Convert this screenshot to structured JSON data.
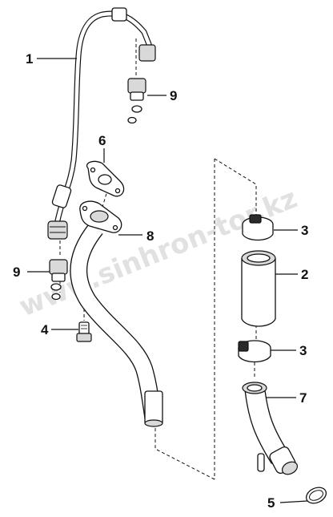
{
  "watermark": "www.sinhron-tor.kz",
  "callouts": {
    "pipe_upper": "1",
    "hose": "2",
    "clamp_top": "3",
    "clamp_bottom": "3",
    "bolt": "4",
    "o_ring": "5",
    "gasket": "6",
    "elbow_pipe": "7",
    "flange_pipe": "8",
    "adapter_upper": "9",
    "adapter_lower": "9"
  }
}
